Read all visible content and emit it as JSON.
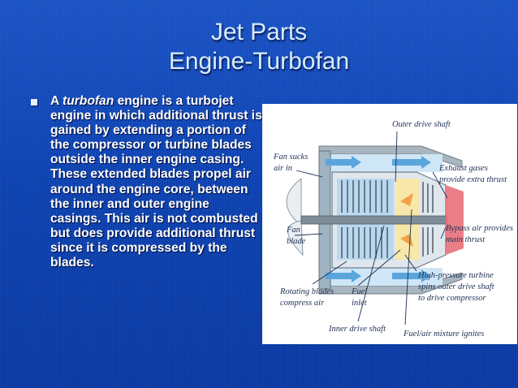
{
  "slide": {
    "title_line1": "Jet Parts",
    "title_line2": "Engine-Turbofan",
    "bullet": {
      "intro": "A ",
      "emphasis": "turbofan",
      "body": " engine is a turbojet engine in which additional thrust is gained by extending a portion of the compressor or turbine blades outside the inner engine casing. These extended blades propel air around the engine core, between the inner and outer engine casings. This air is not combusted but does provide additional thrust since it is compressed by the blades."
    }
  },
  "diagram": {
    "labels": {
      "outer_drive_shaft": "Outer drive shaft",
      "fan_sucks_1": "Fan sucks",
      "fan_sucks_2": "air in",
      "exhaust_1": "Exhaust gases",
      "exhaust_2": "provide extra thrust",
      "fan_blade_1": "Fan",
      "fan_blade_2": "blade",
      "bypass_1": "Bypass air provides",
      "bypass_2": "main thrust",
      "hpt_1": "High-pressure turbine",
      "hpt_2": "spins outer drive shaft",
      "hpt_3": "to drive compressor",
      "rotating_1": "Rotating blades",
      "rotating_2": "compress air",
      "fuel_1": "Fuel",
      "fuel_2": "inlet",
      "inner_drive_shaft": "Inner drive shaft",
      "fuel_air": "Fuel/air mixture ignites"
    },
    "colors": {
      "casing": "#a9b6bf",
      "air_blue": "#8fc4ea",
      "combustion": "#f7e7a8",
      "exhaust": "#e8707a"
    }
  }
}
